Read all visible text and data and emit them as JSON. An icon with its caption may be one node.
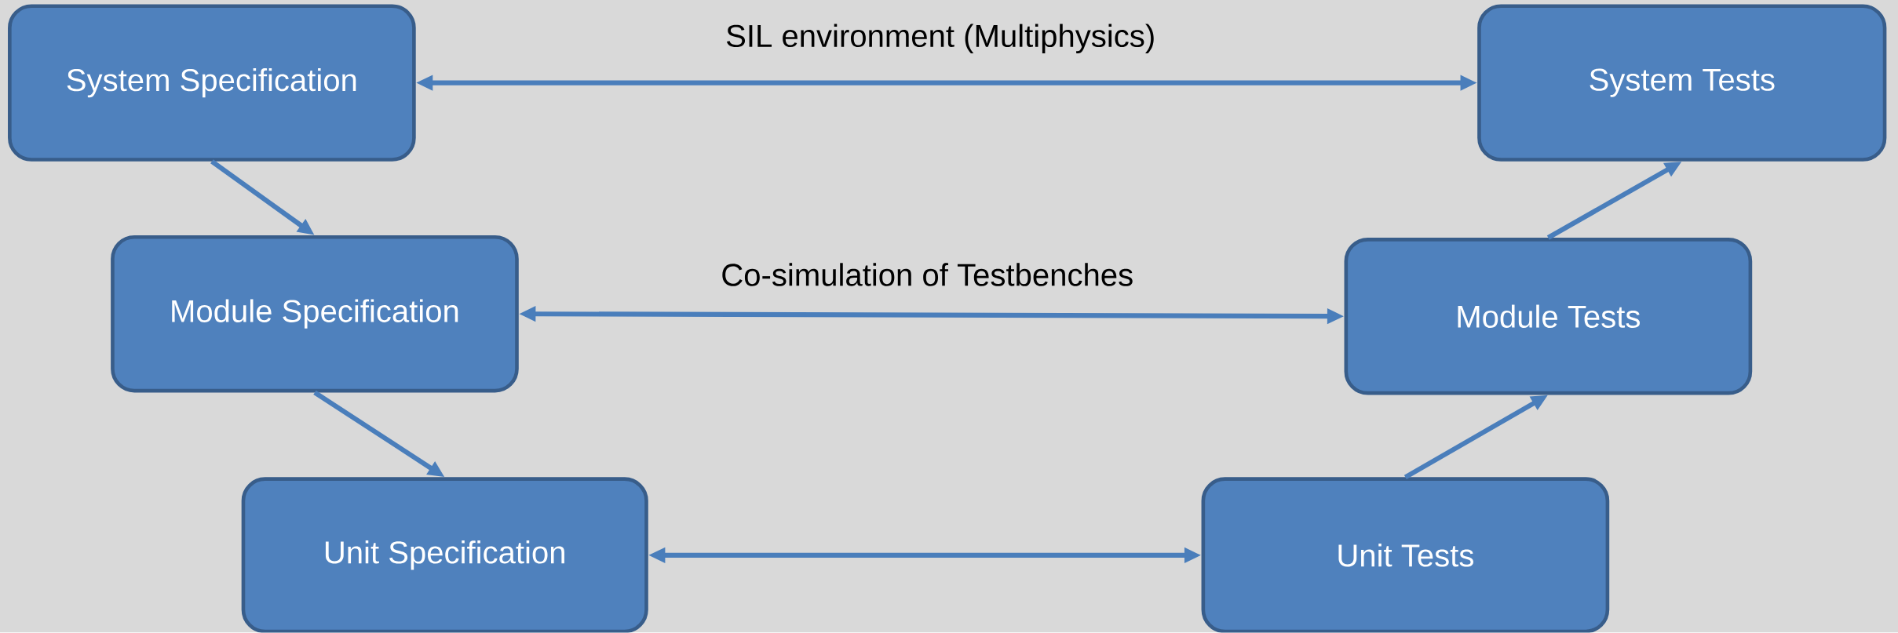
{
  "diagram": {
    "nodes": [
      {
        "text": [
          "System Specification"
        ]
      },
      {
        "text": [
          "System Tests"
        ]
      },
      {
        "text": [
          "Module Specification"
        ]
      },
      {
        "text": [
          "Module Tests"
        ]
      },
      {
        "text": [
          "Unit Specification"
        ]
      },
      {
        "text": [
          "Unit Tests"
        ]
      }
    ],
    "edges": [
      {
        "from": 0,
        "to": 2,
        "arrow": "to"
      },
      {
        "from": 2,
        "to": 4,
        "arrow": "to"
      },
      {
        "from": 5,
        "to": 3,
        "arrow": "to"
      },
      {
        "from": 3,
        "to": 1,
        "arrow": "to"
      },
      {
        "from": 0,
        "to": 1,
        "arrow": "both",
        "label": "SIL environment (Multiphysics)"
      },
      {
        "from": 2,
        "to": 3,
        "arrow": "both",
        "label": "Co-simulation of Testbenches"
      },
      {
        "from": 4,
        "to": 5,
        "arrow": "both"
      }
    ]
  }
}
